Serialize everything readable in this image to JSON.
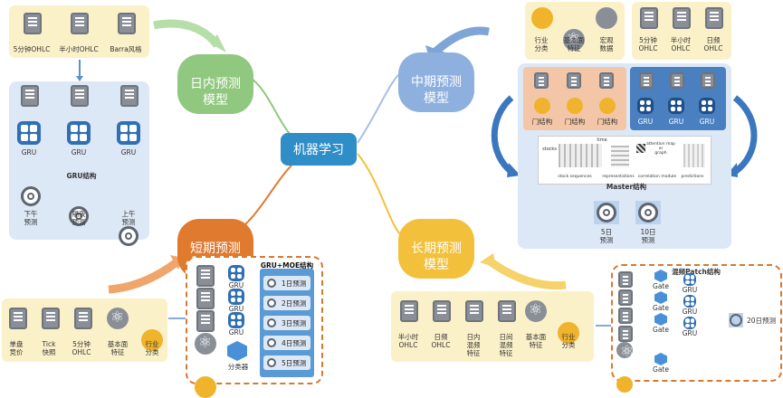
{
  "center": "机器学习",
  "branches": {
    "intraday": "日内预测\n模型",
    "short": "短期预测\n模型",
    "mid": "中期预测\n模型",
    "long": "长期预测\n模型"
  },
  "intraday": {
    "inputs": [
      "5分钟OHLC",
      "半小时OHLC",
      "Barra风格"
    ],
    "gru_label": "GRU",
    "structure": "GRU结构",
    "outputs": [
      "下午\n预测",
      "隔夜\n预测",
      "上午\n预测"
    ]
  },
  "short": {
    "inputs": [
      "单盘\n竞价",
      "Tick\n快照",
      "5分钟\nOHLC",
      "基本面\n特征",
      "行业\n分类"
    ],
    "structure": "GRU+MOE结构",
    "gru_label": "GRU",
    "classifier": "分类器",
    "predictions": [
      "1日预测",
      "2日预测",
      "3日预测",
      "4日预测",
      "5日预测"
    ]
  },
  "mid": {
    "inputs_top": [
      "行业\n分类",
      "基本面\n特征",
      "宏观\n数据"
    ],
    "inputs_top2": [
      "5分钟\nOHLC",
      "半小时\nOHLC",
      "日频\nOHLC"
    ],
    "gate": "门结构",
    "gru_label": "GRU",
    "structure": "Master结构",
    "outputs": [
      "5日\n预测",
      "10日\n预测"
    ],
    "diagram_labels": [
      "stocks",
      "time",
      "stock sequences",
      "representations",
      "correlation module",
      "predictions",
      "attention map\nor\ngraph"
    ]
  },
  "long": {
    "inputs": [
      "半小时\nOHLC",
      "日频\nOHLC",
      "日内\n混频\n特征",
      "日间\n混频\n特征",
      "基本面\n特征",
      "行业\n分类"
    ],
    "structure": "混频Patch结构",
    "gate": "Gate",
    "gru_label": "GRU",
    "output": "20日预测"
  },
  "colors": {
    "intraday": "#8fc87e",
    "short": "#e07a2f",
    "mid": "#7fa4d6",
    "long": "#f2c03a",
    "center": "#2f8ec7"
  }
}
